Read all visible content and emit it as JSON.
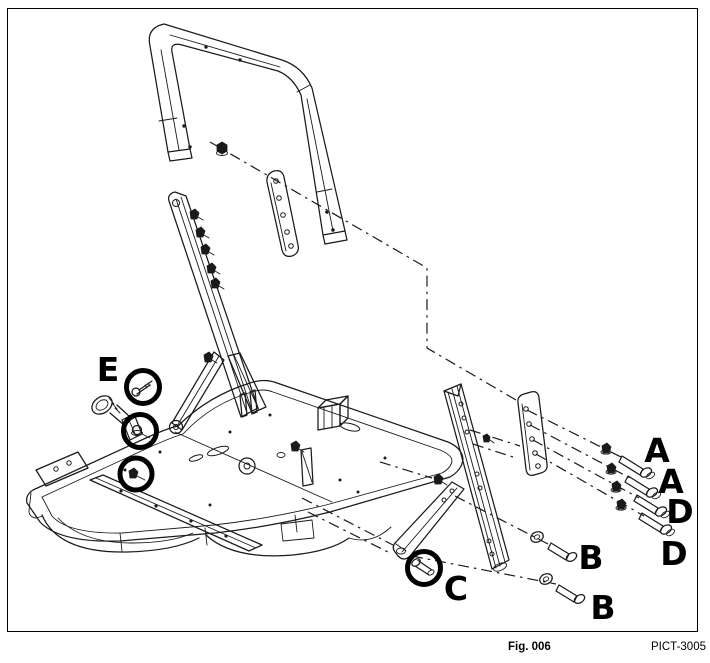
{
  "figure": {
    "caption": "Fig. 006",
    "code": "PICT-3005"
  },
  "callouts": {
    "a1": "A",
    "a2": "A",
    "d1": "D",
    "d2": "D",
    "b1": "B",
    "b2": "B",
    "c": "C",
    "e": "E"
  },
  "colors": {
    "line": "#1a1a1a",
    "label": "#000000",
    "background": "#ffffff"
  }
}
